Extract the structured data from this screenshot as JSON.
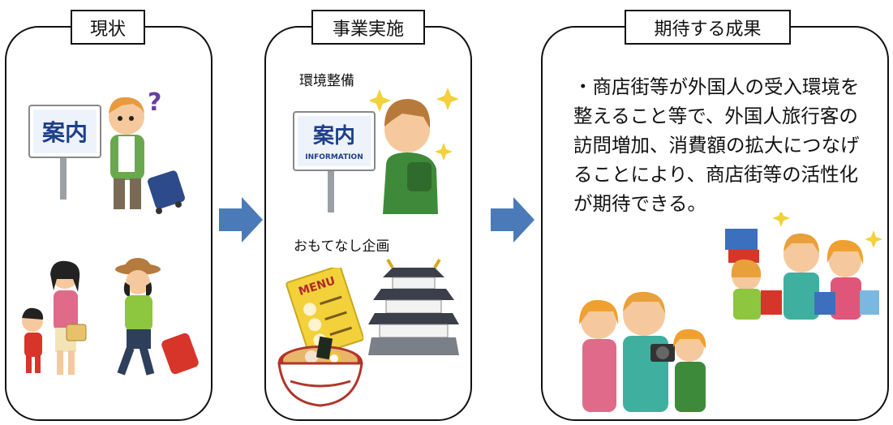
{
  "panels": {
    "current": {
      "title": "現状"
    },
    "implementation": {
      "title": "事業実施",
      "item1": "環境整備",
      "item2": "おもてなし企画"
    },
    "outcome": {
      "title": "期待する成果",
      "body": "・商店街等が外国人の受入環境を整えること等で、外国人旅行客の訪問増加、消費額の拡大につなげることにより、商店街等の活性化が期待できる。"
    }
  },
  "signs": {
    "guide": "案内",
    "information": "INFORMATION",
    "menu": "MENU",
    "question": "?"
  },
  "colors": {
    "arrow": "#4a7ab8",
    "border": "#111111",
    "sign_text": "#1e3f8a"
  },
  "icons": [
    "confused-tourist-icon",
    "guide-sign-icon",
    "family-travelers-icon",
    "happy-tourist-icon",
    "menu-icon",
    "ramen-icon",
    "castle-icon",
    "shopping-family-icon",
    "camera-family-icon",
    "arrow-right-icon"
  ]
}
